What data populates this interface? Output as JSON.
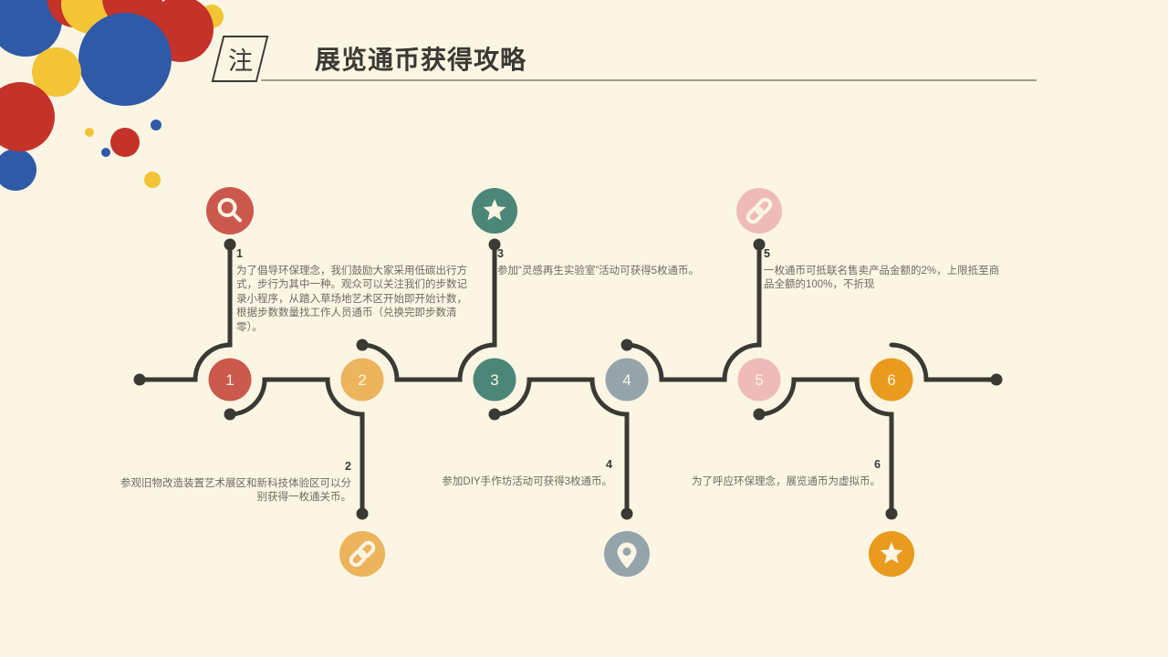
{
  "slide": {
    "badge": "注",
    "title": "展览通币获得攻略",
    "background": "#FCF5E4",
    "line_color": "#3A3933",
    "body_text_color": "#6D6B60"
  },
  "palette": {
    "deco_red": "#C43229",
    "deco_blue": "#2F5AA8",
    "deco_yellow": "#F3C435"
  },
  "steps": [
    {
      "number": "1",
      "color": "#CB584C",
      "icon": "magnifier",
      "side": "top",
      "text": "为了倡导环保理念，我们鼓励大家采用低碳出行方式，步行为其中一种。观众可以关注我们的步数记录小程序，从踏入草场地艺术区开始即开始计数，根据步数数量找工作人员通币（兑换完即步数清零）。"
    },
    {
      "number": "2",
      "color": "#ECB45C",
      "icon": "link",
      "side": "bottom",
      "text": "参观旧物改造装置艺术展区和新科技体验区可以分别获得一枚通关币。"
    },
    {
      "number": "3",
      "color": "#4C8678",
      "icon": "star",
      "side": "top",
      "text": "参加“灵感再生实验室”活动可获得5枚通币。"
    },
    {
      "number": "4",
      "color": "#95A3AB",
      "icon": "pin",
      "side": "bottom",
      "text": "参加DIY手作坊活动可获得3枚通币。"
    },
    {
      "number": "5",
      "color": "#EFBABA",
      "icon": "link",
      "side": "top",
      "text": "一枚通币可抵联名售卖产品金额的2%，上限抵至商品全额的100%，不折现"
    },
    {
      "number": "6",
      "color": "#E89B1E",
      "icon": "star",
      "side": "bottom",
      "text": "为了呼应环保理念，展览通币为虚拟币。"
    }
  ]
}
